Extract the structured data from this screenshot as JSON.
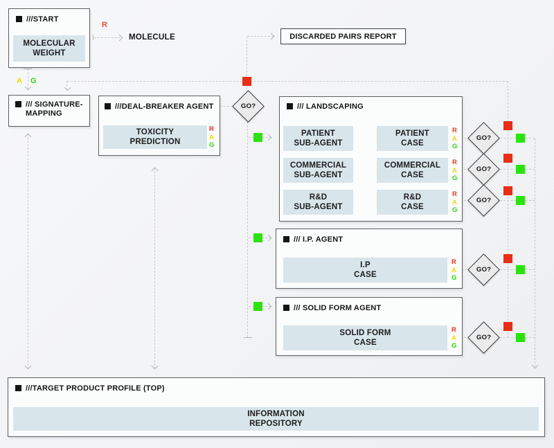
{
  "labels": {
    "molecule": "MOLECULE",
    "red_flag": "R",
    "amber_flag": "A",
    "green_flag": "G",
    "go": "GO?",
    "discarded_report": "DISCARDED PAIRS REPORT",
    "rag": {
      "r": "R",
      "a": "A",
      "g": "G"
    }
  },
  "nodes": {
    "start": {
      "title": "///START",
      "process": "MOLECULAR\nWEIGHT"
    },
    "signature_mapping": {
      "title": "/// SIGNATURE-MAPPING"
    },
    "deal_breaker": {
      "title": "///DEAL-BREAKER AGENT",
      "process": "TOXICITY\nPREDICTION"
    },
    "landscaping": {
      "title": "/// LANDSCAPING",
      "rows": [
        {
          "agent": "PATIENT\nSUB-AGENT",
          "case": "PATIENT\nCASE"
        },
        {
          "agent": "COMMERCIAL\nSUB-AGENT",
          "case": "COMMERCIAL\nCASE"
        },
        {
          "agent": "R&D\nSUB-AGENT",
          "case": "R&D\nCASE"
        }
      ]
    },
    "ip_agent": {
      "title": "/// I.P. AGENT",
      "process": "I.P\nCASE"
    },
    "solid_form_agent": {
      "title": "/// SOLID FORM AGENT",
      "process": "SOLID FORM\nCASE"
    },
    "target_product_profile": {
      "title": "///TARGET PRODUCT PROFILE (TOP)",
      "process": "INFORMATION\nREPOSITORY"
    }
  },
  "colors": {
    "red_status": "#e92d16",
    "amber_status": "#eedc00",
    "green_status": "#2ce20e",
    "process_fill": "#d8e5eb",
    "connector": "#c6c9cb"
  }
}
